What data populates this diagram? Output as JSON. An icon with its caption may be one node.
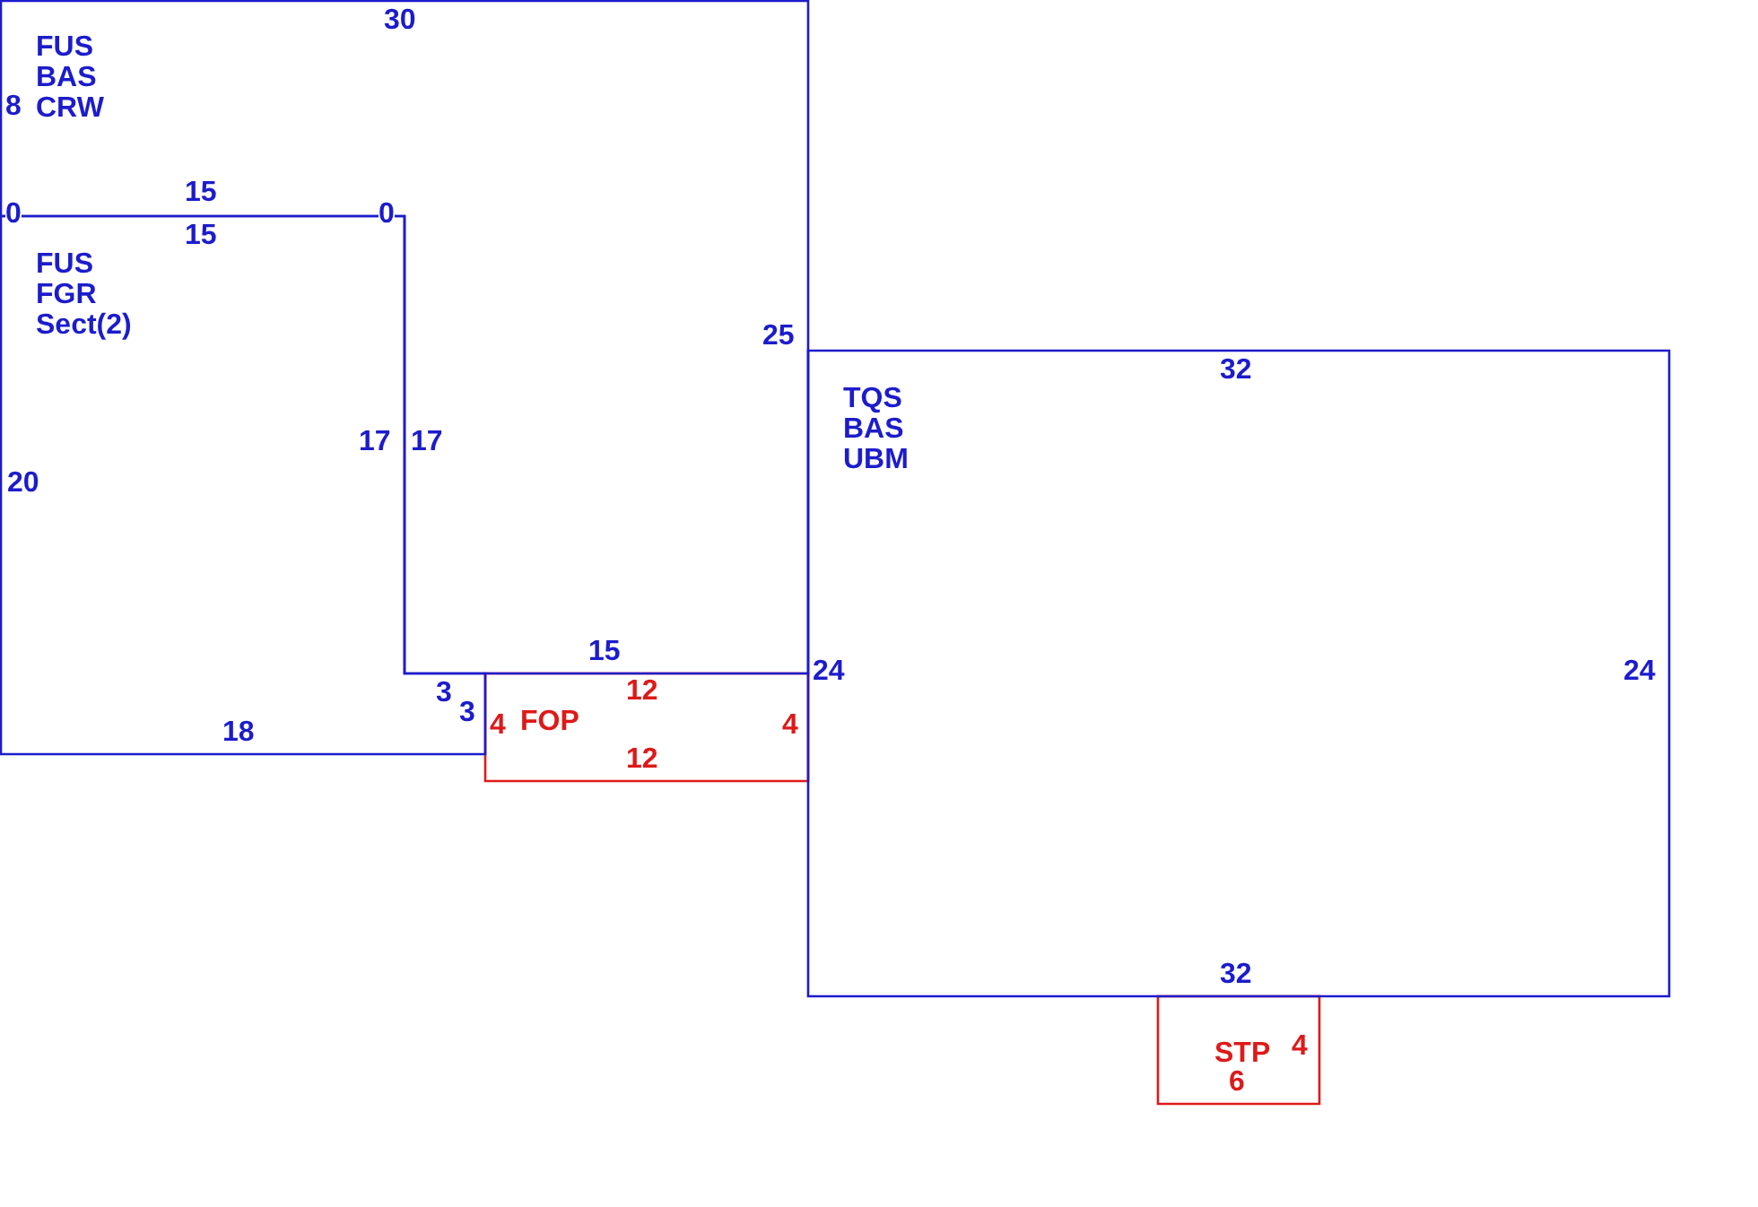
{
  "diagram": {
    "nodes": [
      {
        "text": [
          "FUS BAS CRW"
        ]
      },
      {
        "text": [
          "FUS FGR Sect(2)"
        ]
      },
      {
        "text": [
          "TQS BAS UBM"
        ]
      },
      {
        "text": [
          "FOP"
        ]
      },
      {
        "text": [
          "STP"
        ]
      }
    ],
    "edges": [],
    "labels": [
      "30",
      "8",
      "15",
      "0",
      "0",
      "15",
      "25",
      "32",
      "17",
      "17",
      "20",
      "15",
      "24",
      "24",
      "12",
      "3",
      "3",
      "4",
      "4",
      "18",
      "12",
      "32",
      "4",
      "6"
    ]
  }
}
